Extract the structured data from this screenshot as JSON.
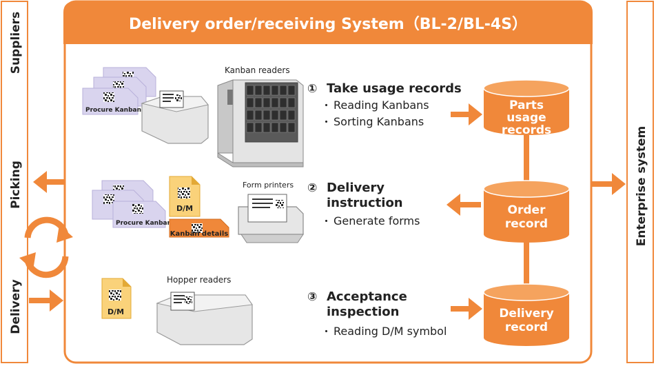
{
  "system": {
    "title": "Delivery order/receiving System（BL-2/BL-4S）"
  },
  "side": {
    "suppliers": "Suppliers",
    "picking": "Picking",
    "delivery": "Delivery",
    "enterprise": "Enterprise system"
  },
  "steps": [
    {
      "number": "①",
      "title_lines": [
        "Take usage records"
      ],
      "bullets": [
        "Reading Kanbans",
        "Sorting Kanbans"
      ]
    },
    {
      "number": "②",
      "title_lines": [
        "Delivery",
        "instruction"
      ],
      "bullets": [
        "Generate forms"
      ]
    },
    {
      "number": "③",
      "title_lines": [
        "Acceptance",
        "inspection"
      ],
      "bullets": [
        "Reading D/M symbol"
      ]
    }
  ],
  "bullet_mark": "・",
  "databases": [
    {
      "lines": [
        "Parts",
        "usage",
        "records"
      ]
    },
    {
      "lines": [
        "Order",
        "record"
      ]
    },
    {
      "lines": [
        "Delivery",
        "record"
      ]
    }
  ],
  "devices": {
    "kanban_readers": "Kanban readers",
    "form_printers": "Form printers",
    "hopper_readers": "Hopper readers"
  },
  "cards": {
    "procure_kanban": "Procure Kanban",
    "dm": "D/M",
    "kanban_details": "Kanban details"
  },
  "colors": {
    "accent": "#F0883A",
    "card_purple": "#D9D4EE",
    "dm_yellow": "#FAD27A",
    "device_gray": "#E6E6E6"
  }
}
